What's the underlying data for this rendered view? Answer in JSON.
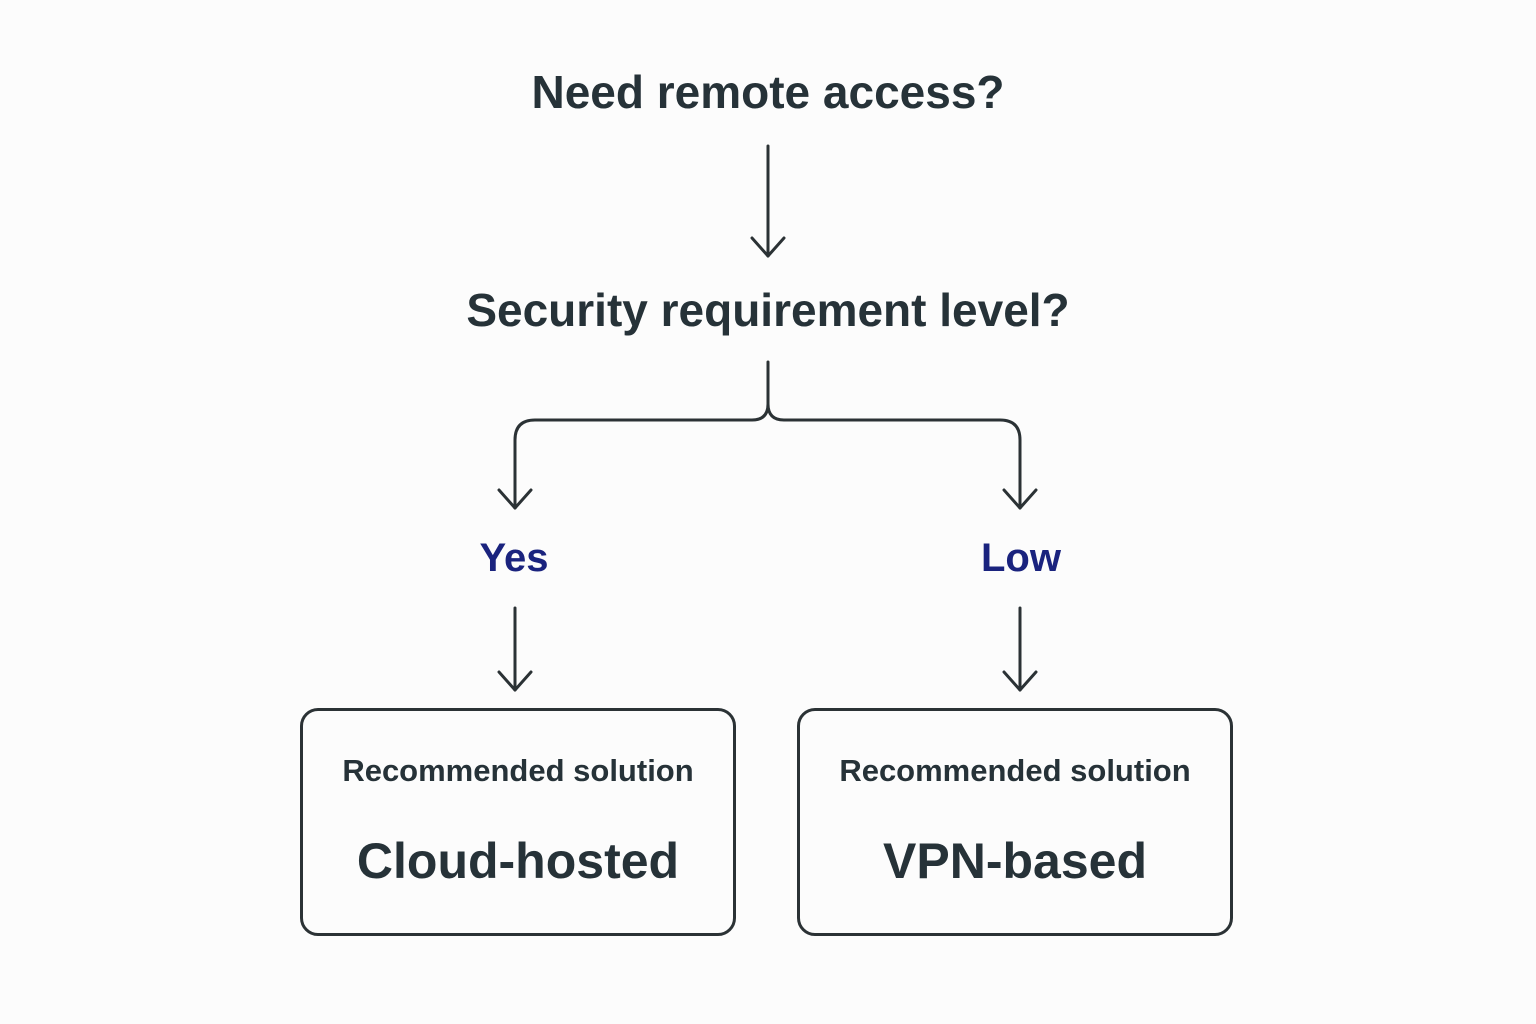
{
  "questions": {
    "first": "Need remote access?",
    "second": "Security requirement level?"
  },
  "branches": {
    "left": "Yes",
    "right": "Low"
  },
  "results": {
    "left": {
      "caption": "Recommended solution",
      "value": "Cloud-hosted"
    },
    "right": {
      "caption": "Recommended solution",
      "value": "VPN-based"
    }
  },
  "colors": {
    "text": "#263238",
    "branch_text": "#1a237e",
    "lines": "#2b3235",
    "background": "#fcfcfc"
  }
}
